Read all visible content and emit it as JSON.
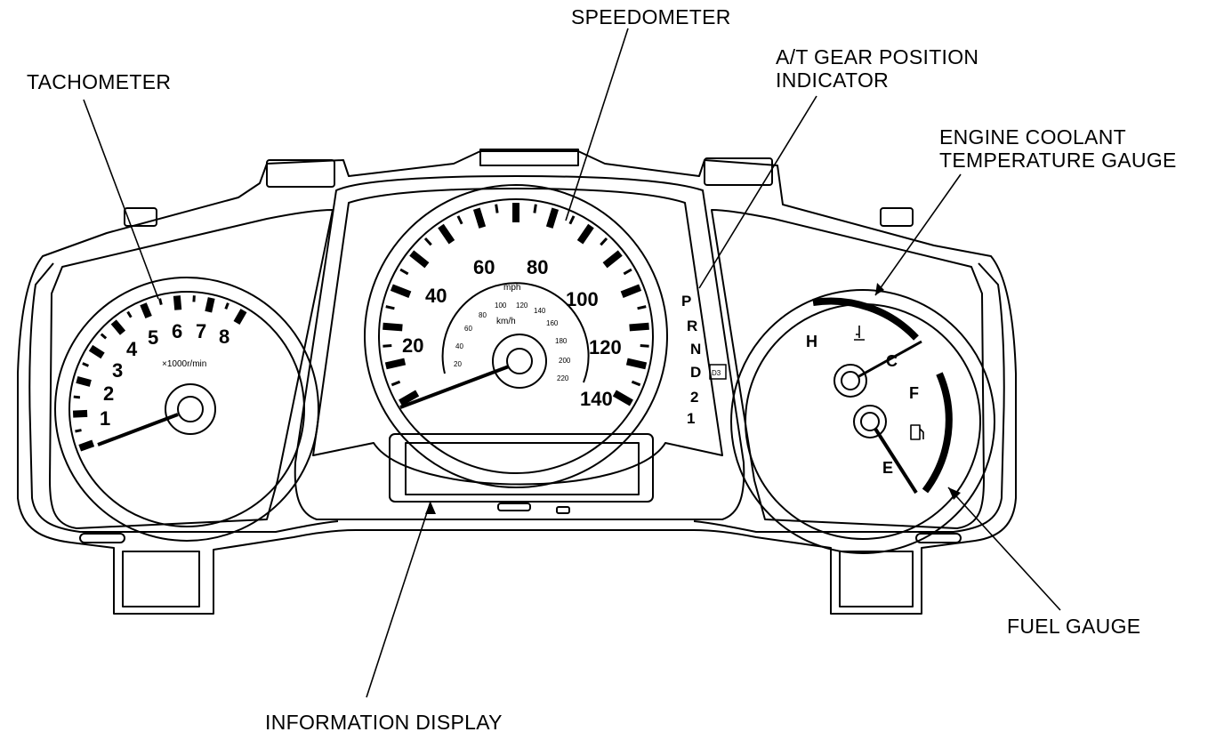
{
  "labels": {
    "speedometer": "SPEEDOMETER",
    "at_gear_line1": "A/T GEAR POSITION",
    "at_gear_line2": "INDICATOR",
    "tachometer": "TACHOMETER",
    "coolant_line1": "ENGINE COOLANT",
    "coolant_line2": "TEMPERATURE GAUGE",
    "fuel_gauge": "FUEL GAUGE",
    "information_display": "INFORMATION DISPLAY"
  },
  "tachometer": {
    "scale_numbers": [
      "1",
      "2",
      "3",
      "4",
      "5",
      "6",
      "7",
      "8"
    ],
    "unit": "×1000r/min"
  },
  "speedometer": {
    "mph_numbers": [
      "20",
      "40",
      "60",
      "80",
      "100",
      "120",
      "140"
    ],
    "mph_unit": "mph",
    "kmh_numbers": [
      "20",
      "40",
      "60",
      "80",
      "100",
      "120",
      "140",
      "160",
      "180",
      "200",
      "220"
    ],
    "kmh_unit": "km/h"
  },
  "gear_indicator": {
    "positions": [
      "P",
      "R",
      "N",
      "D",
      "2",
      "1"
    ],
    "d3_badge": "D3"
  },
  "coolant_gauge": {
    "hot": "H",
    "cold": "C"
  },
  "fuel_gauge": {
    "full": "F",
    "empty": "E"
  }
}
